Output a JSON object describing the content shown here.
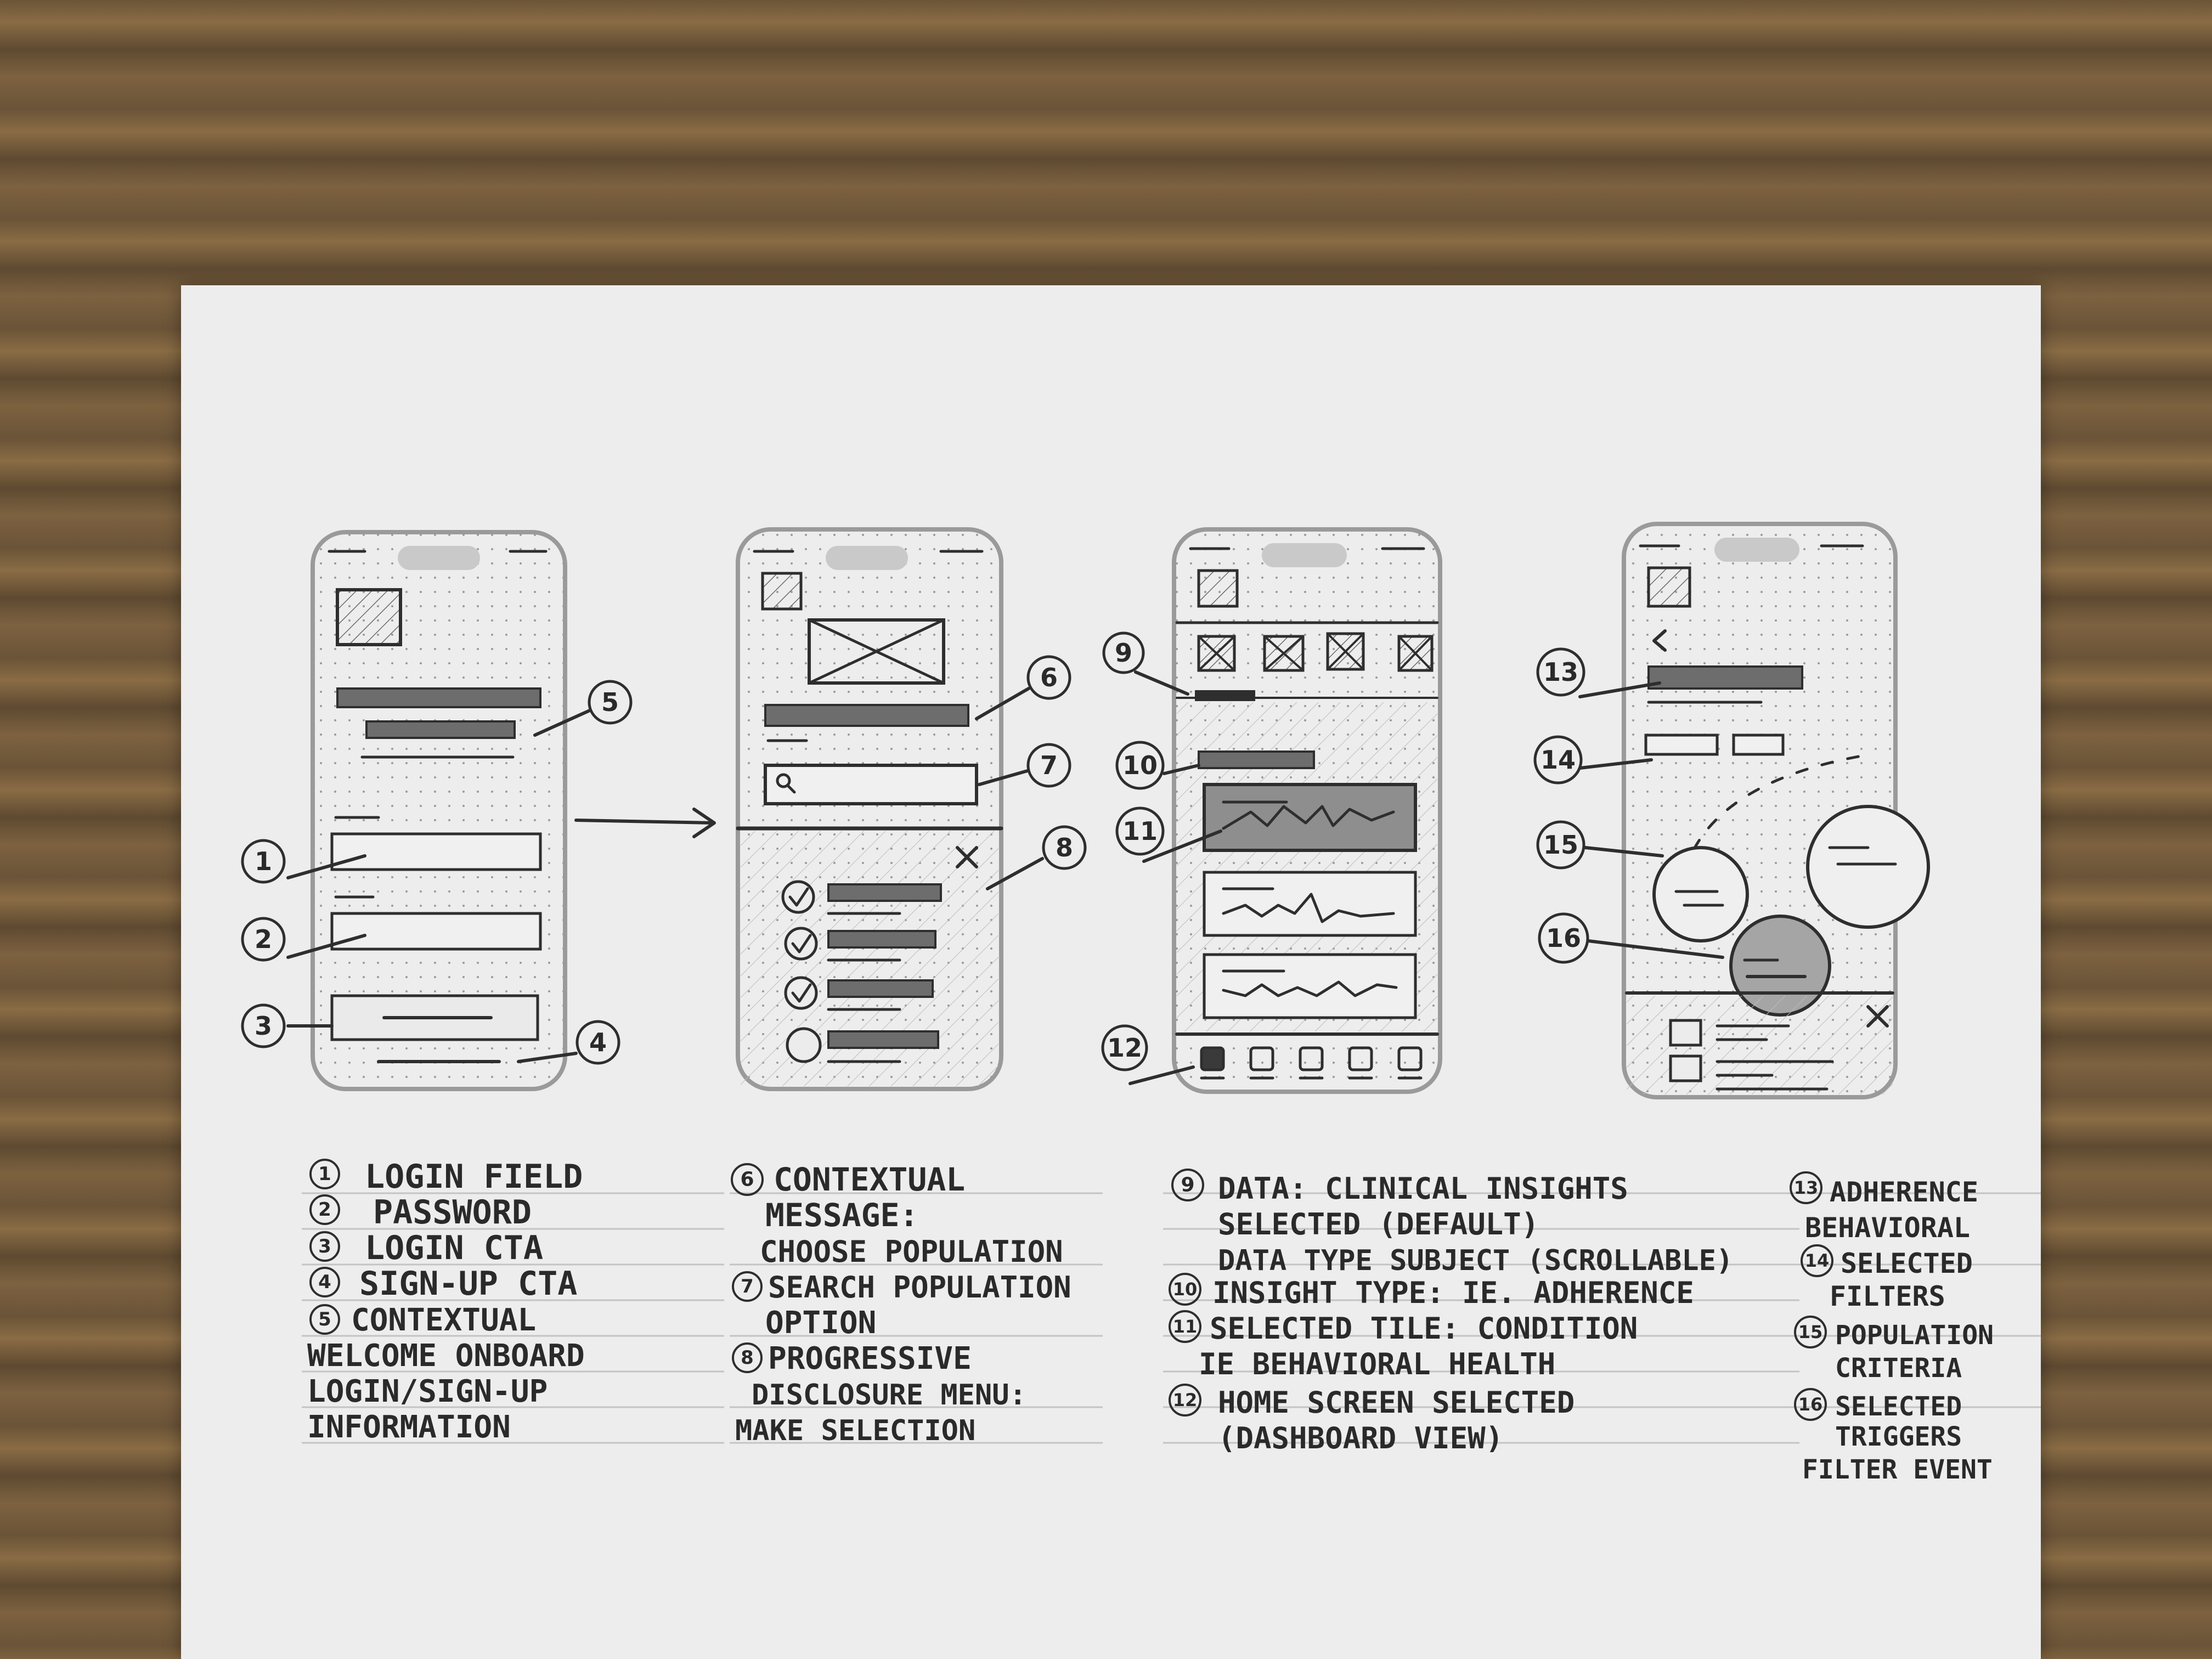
{
  "markers": [
    "1",
    "2",
    "3",
    "4",
    "5",
    "6",
    "7",
    "8",
    "9",
    "10",
    "11",
    "12",
    "13",
    "14",
    "15",
    "16"
  ],
  "icons": {
    "search": "magnifier-icon",
    "close": "close-x-icon",
    "back": "chevron-left-icon",
    "check": "checkmark-icon"
  },
  "colors": {
    "ink": "#2e2e2e",
    "paper": "#ededee",
    "frame": "#9a9a9a",
    "desk": "#6b5437"
  },
  "legend": {
    "col1": [
      "LOGIN FIELD",
      "PASSWORD",
      "LOGIN CTA",
      "SIGN-UP CTA",
      "CONTEXTUAL",
      "WELCOME ONBOARD",
      "LOGIN/SIGN-UP",
      "INFORMATION"
    ],
    "col2": [
      "CONTEXTUAL",
      "MESSAGE:",
      "CHOOSE POPULATION",
      "SEARCH POPULATION",
      "OPTION",
      "PROGRESSIVE",
      "DISCLOSURE MENU:",
      "MAKE SELECTION"
    ],
    "col3": [
      "DATA: CLINICAL INSIGHTS",
      "SELECTED (DEFAULT)",
      "DATA TYPE SUBJECT (SCROLLABLE)",
      "INSIGHT TYPE: IE. ADHERENCE",
      "SELECTED TILE: CONDITION",
      "IE BEHAVIORAL HEALTH",
      "HOME SCREEN SELECTED",
      "(DASHBOARD VIEW)"
    ],
    "col4": [
      "ADHERENCE",
      "BEHAVIORAL",
      "SELECTED",
      "FILTERS",
      "POPULATION",
      "CRITERIA",
      "SELECTED",
      "TRIGGERS",
      "FILTER EVENT"
    ]
  }
}
